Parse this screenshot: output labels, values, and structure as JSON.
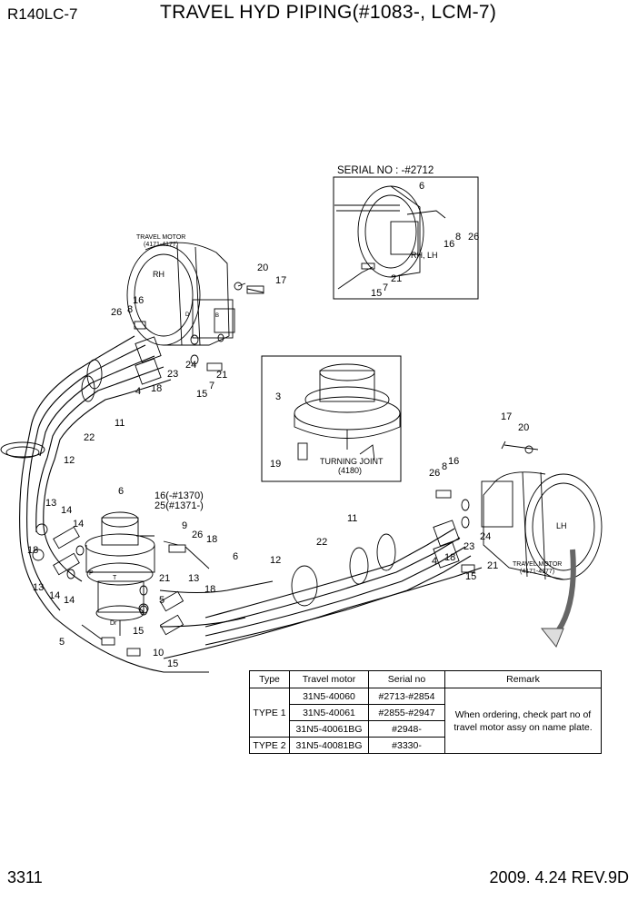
{
  "header": {
    "model": "R140LC-7",
    "title": "TRAVEL HYD PIPING(#1083-, LCM-7)"
  },
  "footer": {
    "page": "3311",
    "date_rev": "2009. 4.24  REV.9D"
  },
  "diagram": {
    "serial_inset_label": "SERIAL NO : -#2712",
    "motor_rh_label": "TRAVEL MOTOR",
    "motor_rh_code": "(4171-4177)",
    "motor_rh_side": "RH",
    "motor_lh_label": "TRAVEL MOTOR",
    "motor_lh_code": "(4171-4177)",
    "motor_lh_side": "LH",
    "turning_joint_label": "TURNING JOINT",
    "turning_joint_code": "(4180)",
    "inset_side": "RH, LH",
    "callouts": [
      "6",
      "26",
      "8",
      "16",
      "21",
      "15",
      "7",
      "20",
      "17",
      "26",
      "8",
      "16",
      "24",
      "23",
      "4",
      "18",
      "21",
      "15",
      "7",
      "11",
      "22",
      "12",
      "3",
      "19",
      "17",
      "20",
      "26",
      "8",
      "16",
      "24",
      "23",
      "4",
      "18",
      "21",
      "15",
      "11",
      "22",
      "12",
      "6",
      "6",
      "16",
      "25",
      "9",
      "26",
      "18",
      "13",
      "14",
      "14",
      "18",
      "13",
      "14",
      "14",
      "21",
      "13",
      "18",
      "5",
      "15",
      "10",
      "15",
      "5"
    ],
    "notes": [
      "16(-#1370)",
      "25(#1371-)"
    ],
    "port_marks": [
      "B",
      "D",
      "A",
      "T",
      "P",
      "Dr"
    ]
  },
  "table": {
    "headers": [
      "Type",
      "Travel motor",
      "Serial no",
      "Remark"
    ],
    "rows": [
      {
        "type": "TYPE 1",
        "motor": "31N5-40060",
        "serial": "#2713-#2854"
      },
      {
        "type": "",
        "motor": "31N5-40061",
        "serial": "#2855-#2947"
      },
      {
        "type": "",
        "motor": "31N5-40061BG",
        "serial": "#2948-"
      },
      {
        "type": "TYPE 2",
        "motor": "31N5-40081BG",
        "serial": "#3330-"
      }
    ],
    "remark": "When ordering, check part no of travel motor assy on name plate."
  }
}
